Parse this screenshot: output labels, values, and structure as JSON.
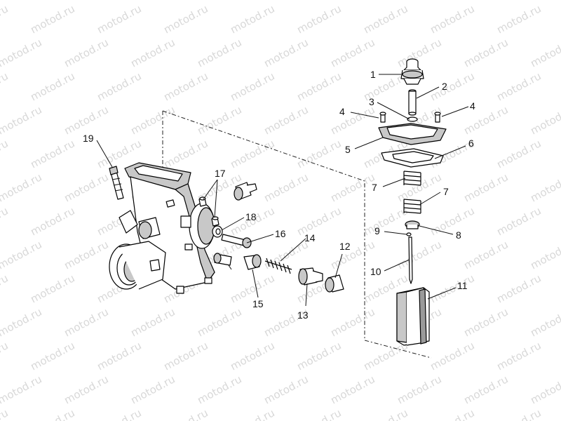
{
  "watermark": "motod.ru",
  "callouts": {
    "c1": "1",
    "c2": "2",
    "c3": "3",
    "c4a": "4",
    "c4b": "4",
    "c5": "5",
    "c6": "6",
    "c7a": "7",
    "c7b": "7",
    "c8": "8",
    "c9": "9",
    "c10": "10",
    "c11": "11",
    "c12": "12",
    "c13": "13",
    "c14": "14",
    "c15": "15",
    "c16": "16",
    "c17": "17",
    "c18": "18",
    "c19": "19"
  },
  "colors": {
    "watermark": "#d8d8d8",
    "line": "#000000",
    "part_shade": "#c8c8c8"
  }
}
